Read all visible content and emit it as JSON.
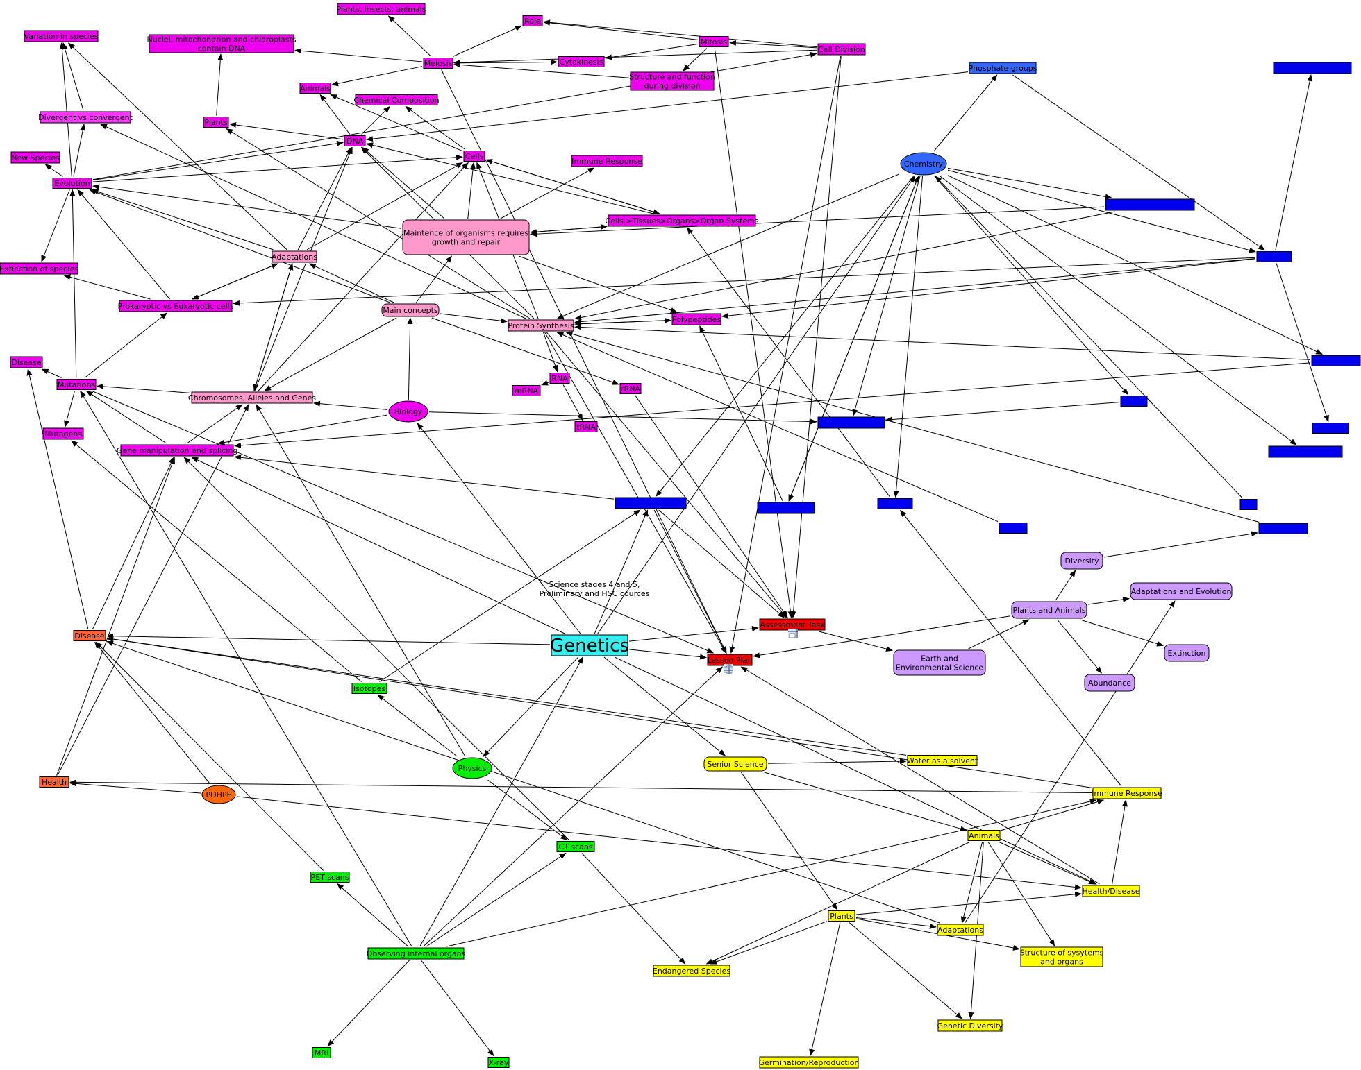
{
  "nodes": [
    {
      "id": "plants_insects",
      "label": "Plants, insects, animals",
      "color": "#ee00ee"
    },
    {
      "id": "role",
      "label": "Role",
      "color": "#ee00ee"
    },
    {
      "id": "variation",
      "label": "Variation in species",
      "color": "#ee00ee"
    },
    {
      "id": "nuclei",
      "label": "Nuclei, mitochondrion and chloroplasts|contain DNA",
      "color": "#ee00ee"
    },
    {
      "id": "meiosis",
      "label": "Meiosis",
      "color": "#ee00ee"
    },
    {
      "id": "mitosis",
      "label": "Mitosis",
      "color": "#ee00ee"
    },
    {
      "id": "cell_division",
      "label": "Cell Division",
      "color": "#ee00ee"
    },
    {
      "id": "cytokinesis",
      "label": "Cytokinesis",
      "color": "#ee00ee"
    },
    {
      "id": "structure_division",
      "label": "Structure and function|during division",
      "color": "#ee00ee"
    },
    {
      "id": "animals_b",
      "label": "Animals",
      "color": "#ee00ee"
    },
    {
      "id": "chem_comp",
      "label": "Chemical Composition",
      "color": "#ee00ee"
    },
    {
      "id": "divergent",
      "label": "Divergent vs convergent",
      "color": "#ff33ff"
    },
    {
      "id": "plants_b",
      "label": "Plants",
      "color": "#ee00ee"
    },
    {
      "id": "dna",
      "label": "DNA",
      "color": "#ee00ee"
    },
    {
      "id": "cells",
      "label": "Cells",
      "color": "#ee00ee"
    },
    {
      "id": "immune_b",
      "label": "Immune Response",
      "color": "#ee00ee"
    },
    {
      "id": "new_species",
      "label": "New Species",
      "color": "#ee00ee"
    },
    {
      "id": "evolution",
      "label": "Evolution",
      "color": "#ee00ee"
    },
    {
      "id": "maintenance",
      "label": "Maintence of organisms requires|growth and repair",
      "color": "#ff99cc",
      "shape": "round"
    },
    {
      "id": "cells_tissues",
      "label": "Cells >Tissues>Organs>Organ Systems",
      "color": "#ee00ee"
    },
    {
      "id": "extinction_b",
      "label": "Extinction of species",
      "color": "#ee00ee"
    },
    {
      "id": "adaptations_b",
      "label": "Adaptations",
      "color": "#ff99cc"
    },
    {
      "id": "prokaryotic",
      "label": "Prokaryotic vs Eukaryotic cells",
      "color": "#ee00ee"
    },
    {
      "id": "main_concepts",
      "label": "Main concepts",
      "color": "#ff99cc",
      "shape": "round"
    },
    {
      "id": "protein_synth",
      "label": "Protein Synthesis",
      "color": "#ff99cc"
    },
    {
      "id": "polypeptides",
      "label": "Polypeptides",
      "color": "#ee00ee"
    },
    {
      "id": "disease_b",
      "label": "Disease",
      "color": "#ee00ee"
    },
    {
      "id": "mutations",
      "label": "Mutations",
      "color": "#ee00ee"
    },
    {
      "id": "rna",
      "label": "RNA",
      "color": "#ee00ee"
    },
    {
      "id": "mrna",
      "label": "mRNA",
      "color": "#ee00ee"
    },
    {
      "id": "rrna",
      "label": "rRNA",
      "color": "#ee00ee"
    },
    {
      "id": "chromosomes",
      "label": "Chromosomes, Alleles and Genes",
      "color": "#ff99cc"
    },
    {
      "id": "biology",
      "label": "Biology",
      "color": "#ee00ee",
      "shape": "ellipse"
    },
    {
      "id": "trna",
      "label": "tRNA",
      "color": "#ee00ee"
    },
    {
      "id": "mutagens",
      "label": "Mutagens",
      "color": "#ee00ee"
    },
    {
      "id": "gene_manip",
      "label": "Gene manipulation and splicing",
      "color": "#ee00ee"
    },
    {
      "id": "phosphate",
      "label": "Phosphate groups",
      "color": "#3366ff"
    },
    {
      "id": "chemistry",
      "label": "Chemistry",
      "color": "#3366ff",
      "shape": "ellipse"
    },
    {
      "id": "blue_tr",
      "label": "",
      "color": "#0000ee"
    },
    {
      "id": "blue_mid",
      "label": "",
      "color": "#0000ee"
    },
    {
      "id": "blue_r1",
      "label": "",
      "color": "#0000ee"
    },
    {
      "id": "blue_r2",
      "label": "",
      "color": "#0000ee"
    },
    {
      "id": "blue_c1",
      "label": "",
      "color": "#0000ee"
    },
    {
      "id": "blue_c2",
      "label": "",
      "color": "#0000ee"
    },
    {
      "id": "blue_r3",
      "label": "",
      "color": "#0000ee"
    },
    {
      "id": "blue_c3",
      "label": "",
      "color": "#0000ee"
    },
    {
      "id": "blue_c4",
      "label": "",
      "color": "#0000ee"
    },
    {
      "id": "blue_c5",
      "label": "",
      "color": "#0000ee"
    },
    {
      "id": "blue_c6",
      "label": "",
      "color": "#0000ee"
    },
    {
      "id": "blue_c7",
      "label": "",
      "color": "#0000ee"
    },
    {
      "id": "blue_r4",
      "label": "",
      "color": "#0000ee"
    },
    {
      "id": "blue_c8",
      "label": "",
      "color": "#0000ee"
    },
    {
      "id": "diversity",
      "label": "Diversity",
      "color": "#cc99ff",
      "shape": "round"
    },
    {
      "id": "adapt_evo",
      "label": "Adaptations and Evolution",
      "color": "#cc99ff",
      "shape": "round"
    },
    {
      "id": "plants_animals",
      "label": "Plants and Animals",
      "color": "#cc99ff",
      "shape": "round"
    },
    {
      "id": "extinction_p",
      "label": "Extinction",
      "color": "#cc99ff",
      "shape": "round"
    },
    {
      "id": "earth_env",
      "label": "Earth and|Environmental Science",
      "color": "#cc99ff",
      "shape": "round"
    },
    {
      "id": "abundance",
      "label": "Abundance",
      "color": "#cc99ff",
      "shape": "round"
    },
    {
      "id": "assessment",
      "label": "Assessment Task",
      "color": "#ee0000"
    },
    {
      "id": "lesson_plan",
      "label": "Lesson Plan",
      "color": "#ee0000"
    },
    {
      "id": "genetics",
      "label": "Genetics",
      "color": "#33eeee",
      "big": true
    },
    {
      "id": "disease_o",
      "label": "Disease",
      "color": "#ff6633"
    },
    {
      "id": "isotopes",
      "label": "Isotopes",
      "color": "#00ee00"
    },
    {
      "id": "physics",
      "label": "Physics",
      "color": "#00ee00",
      "shape": "ellipse"
    },
    {
      "id": "health",
      "label": "Health",
      "color": "#ff6633"
    },
    {
      "id": "pdhpe",
      "label": "PDHPE",
      "color": "#ff6600",
      "shape": "ellipse"
    },
    {
      "id": "senior_sci",
      "label": "Senior Science",
      "color": "#ffff00",
      "shape": "round"
    },
    {
      "id": "water",
      "label": "Water as a solvent",
      "color": "#ffff00"
    },
    {
      "id": "immune_y",
      "label": "Immune Response",
      "color": "#ffff00"
    },
    {
      "id": "ct_scans",
      "label": "CT scans",
      "color": "#00ee00"
    },
    {
      "id": "animals_y",
      "label": "Animals",
      "color": "#ffff00"
    },
    {
      "id": "pet_scans",
      "label": "PET scans",
      "color": "#00ee00"
    },
    {
      "id": "health_disease",
      "label": "Health/Disease",
      "color": "#ffff00"
    },
    {
      "id": "plants_y",
      "label": "Plants",
      "color": "#ffff00"
    },
    {
      "id": "adaptations_y",
      "label": "Adaptations",
      "color": "#ffff00"
    },
    {
      "id": "observing",
      "label": "Observing internal organs",
      "color": "#00ee00"
    },
    {
      "id": "structure_sys",
      "label": "Structure of sysytems|and organs",
      "color": "#ffff00"
    },
    {
      "id": "endangered",
      "label": "Endangered Species",
      "color": "#ffff00"
    },
    {
      "id": "genetic_div",
      "label": "Genetic Diversity",
      "color": "#ffff00"
    },
    {
      "id": "mri",
      "label": "MRI",
      "color": "#00ee00"
    },
    {
      "id": "xray",
      "label": "X-ray",
      "color": "#00ee00"
    },
    {
      "id": "germination",
      "label": "Germination/Reproduction",
      "color": "#ffff00"
    }
  ],
  "free_text": "Science stages 4 and 5,|Preliminary and HSC cources",
  "edges": [
    [
      "meiosis",
      "plants_insects"
    ],
    [
      "meiosis",
      "role"
    ],
    [
      "mitosis",
      "role"
    ],
    [
      "cell_division",
      "role"
    ],
    [
      "mitosis",
      "cytokinesis"
    ],
    [
      "cell_division",
      "mitosis"
    ],
    [
      "cell_division",
      "meiosis"
    ],
    [
      "cytokinesis",
      "meiosis"
    ],
    [
      "meiosis",
      "cytokinesis"
    ],
    [
      "structure_division",
      "meiosis"
    ],
    [
      "mitosis",
      "structure_division"
    ],
    [
      "meiosis",
      "animals_b"
    ],
    [
      "meiosis",
      "nuclei"
    ],
    [
      "plants_b",
      "nuclei"
    ],
    [
      "dna",
      "plants_b"
    ],
    [
      "dna",
      "animals_b"
    ],
    [
      "dna",
      "chem_comp"
    ],
    [
      "cells",
      "animals_b"
    ],
    [
      "cells",
      "chem_comp"
    ],
    [
      "evolution",
      "variation"
    ],
    [
      "divergent",
      "variation"
    ],
    [
      "evolution",
      "divergent"
    ],
    [
      "evolution",
      "new_species"
    ],
    [
      "evolution",
      "extinction_b"
    ],
    [
      "evolution",
      "dna"
    ],
    [
      "evolution",
      "cells"
    ],
    [
      "evolution",
      "cell_division"
    ],
    [
      "maintenance",
      "evolution"
    ],
    [
      "maintenance",
      "cells"
    ],
    [
      "maintenance",
      "dna"
    ],
    [
      "maintenance",
      "immune_b"
    ],
    [
      "maintenance",
      "cells_tissues"
    ],
    [
      "maintenance",
      "polypeptides"
    ],
    [
      "cells_tissues",
      "maintenance"
    ],
    [
      "cells",
      "cells_tissues"
    ],
    [
      "cells_tissues",
      "cells"
    ],
    [
      "cells_tissues",
      "dna"
    ],
    [
      "adaptations_b",
      "evolution"
    ],
    [
      "adaptations_b",
      "prokaryotic"
    ],
    [
      "prokaryotic",
      "adaptations_b"
    ],
    [
      "adaptations_b",
      "variation"
    ],
    [
      "adaptations_b",
      "dna"
    ],
    [
      "adaptations_b",
      "cells"
    ],
    [
      "adaptations_b",
      "chromosomes"
    ],
    [
      "prokaryotic",
      "evolution"
    ],
    [
      "prokaryotic",
      "extinction_b"
    ],
    [
      "main_concepts",
      "adaptations_b"
    ],
    [
      "main_concepts",
      "maintenance"
    ],
    [
      "main_concepts",
      "protein_synth"
    ],
    [
      "main_concepts",
      "rrna"
    ],
    [
      "main_concepts",
      "chromosomes"
    ],
    [
      "main_concepts",
      "evolution"
    ],
    [
      "protein_synth",
      "dna"
    ],
    [
      "protein_synth",
      "cells"
    ],
    [
      "protein_synth",
      "polypeptides"
    ],
    [
      "polypeptides",
      "protein_synth"
    ],
    [
      "protein_synth",
      "rna"
    ],
    [
      "protein_synth",
      "plants_b"
    ],
    [
      "protein_synth",
      "divergent"
    ],
    [
      "protein_synth",
      "assessment"
    ],
    [
      "rna",
      "mrna"
    ],
    [
      "rna",
      "trna"
    ],
    [
      "mutations",
      "disease_b"
    ],
    [
      "mutations",
      "mutagens"
    ],
    [
      "mutations",
      "prokaryotic"
    ],
    [
      "mutations",
      "evolution"
    ],
    [
      "chromosomes",
      "dna"
    ],
    [
      "chromosomes",
      "mutations"
    ],
    [
      "chromosomes",
      "adaptations_b"
    ],
    [
      "chromosomes",
      "cells"
    ],
    [
      "biology",
      "main_concepts"
    ],
    [
      "biology",
      "chromosomes"
    ],
    [
      "gene_manip",
      "mutations"
    ],
    [
      "gene_manip",
      "chromosomes"
    ],
    [
      "phosphate",
      "dna"
    ],
    [
      "phosphate",
      "blue_r1"
    ],
    [
      "chemistry",
      "phosphate"
    ],
    [
      "chemistry",
      "blue_r1"
    ],
    [
      "chemistry",
      "blue_mid"
    ],
    [
      "chemistry",
      "blue_c1"
    ],
    [
      "chemistry",
      "blue_c2"
    ],
    [
      "chemistry",
      "blue_c3"
    ],
    [
      "chemistry",
      "blue_c4"
    ],
    [
      "chemistry",
      "blue_r2"
    ],
    [
      "chemistry",
      "blue_r4"
    ],
    [
      "chemistry",
      "blue_c5"
    ],
    [
      "chemistry",
      "protein_synth"
    ],
    [
      "blue_mid",
      "maintenance"
    ],
    [
      "blue_mid",
      "protein_synth"
    ],
    [
      "blue_r1",
      "blue_tr"
    ],
    [
      "blue_r1",
      "prokaryotic"
    ],
    [
      "blue_r1",
      "protein_synth"
    ],
    [
      "blue_r1",
      "polypeptides"
    ],
    [
      "blue_r1",
      "blue_r3"
    ],
    [
      "blue_r2",
      "gene_manip"
    ],
    [
      "blue_r2",
      "protein_synth"
    ],
    [
      "blue_c5",
      "blue_c3"
    ],
    [
      "blue_c1",
      "gene_manip"
    ],
    [
      "blue_c1",
      "lesson_plan"
    ],
    [
      "blue_c1",
      "assessment"
    ],
    [
      "blue_c2",
      "polypeptides"
    ],
    [
      "blue_c2",
      "chemistry"
    ],
    [
      "blue_c4",
      "cells_tissues"
    ],
    [
      "blue_c6",
      "protein_synth"
    ],
    [
      "blue_c7",
      "chemistry"
    ],
    [
      "blue_c8",
      "protein_synth"
    ],
    [
      "diversity",
      "blue_c8"
    ],
    [
      "plants_animals",
      "diversity"
    ],
    [
      "plants_animals",
      "adapt_evo"
    ],
    [
      "plants_animals",
      "extinction_p"
    ],
    [
      "plants_animals",
      "abundance"
    ],
    [
      "plants_animals",
      "lesson_plan"
    ],
    [
      "earth_env",
      "plants_animals"
    ],
    [
      "assessment",
      "earth_env"
    ],
    [
      "genetics",
      "assessment"
    ],
    [
      "genetics",
      "lesson_plan"
    ],
    [
      "genetics",
      "biology"
    ],
    [
      "genetics",
      "blue_c1"
    ],
    [
      "genetics",
      "chemistry"
    ],
    [
      "genetics",
      "physics"
    ],
    [
      "genetics",
      "disease_o"
    ],
    [
      "genetics",
      "gene_manip"
    ],
    [
      "genetics",
      "health_disease"
    ],
    [
      "genetics",
      "senior_sci"
    ],
    [
      "biology",
      "gene_manip"
    ],
    [
      "biology",
      "blue_c3"
    ],
    [
      "disease_o",
      "disease_b"
    ],
    [
      "disease_o",
      "gene_manip"
    ],
    [
      "isotopes",
      "mutagens"
    ],
    [
      "isotopes",
      "blue_c1"
    ],
    [
      "physics",
      "isotopes"
    ],
    [
      "physics",
      "ct_scans"
    ],
    [
      "physics",
      "chromosomes"
    ],
    [
      "health",
      "chromosomes"
    ],
    [
      "health",
      "gene_manip"
    ],
    [
      "pdhpe",
      "health"
    ],
    [
      "pdhpe",
      "disease_o"
    ],
    [
      "pdhpe",
      "health_disease"
    ],
    [
      "senior_sci",
      "water"
    ],
    [
      "senior_sci",
      "animals_y"
    ],
    [
      "senior_sci",
      "plants_y"
    ],
    [
      "immune_y",
      "health"
    ],
    [
      "immune_y",
      "disease_o"
    ],
    [
      "immune_y",
      "blue_c4"
    ],
    [
      "animals_y",
      "immune_y"
    ],
    [
      "animals_y",
      "adaptations_y"
    ],
    [
      "animals_y",
      "structure_sys"
    ],
    [
      "animals_y",
      "genetic_div"
    ],
    [
      "animals_y",
      "endangered"
    ],
    [
      "animals_y",
      "health_disease"
    ],
    [
      "health_disease",
      "immune_y"
    ],
    [
      "health_disease",
      "lesson_plan"
    ],
    [
      "plants_y",
      "adaptations_y"
    ],
    [
      "plants_y",
      "structure_sys"
    ],
    [
      "plants_y",
      "genetic_div"
    ],
    [
      "plants_y",
      "endangered"
    ],
    [
      "plants_y",
      "germination"
    ],
    [
      "plants_y",
      "health_disease"
    ],
    [
      "adaptations_y",
      "adapt_evo"
    ],
    [
      "adaptations_y",
      "disease_o"
    ],
    [
      "observing",
      "pet_scans"
    ],
    [
      "observing",
      "ct_scans"
    ],
    [
      "observing",
      "mri"
    ],
    [
      "observing",
      "xray"
    ],
    [
      "observing",
      "lesson_plan"
    ],
    [
      "observing",
      "immune_y"
    ],
    [
      "observing",
      "genetics"
    ],
    [
      "observing",
      "mutations"
    ],
    [
      "pet_scans",
      "disease_o"
    ],
    [
      "ct_scans",
      "gene_manip"
    ],
    [
      "ct_scans",
      "endangered"
    ],
    [
      "water",
      "disease_o"
    ],
    [
      "mitosis",
      "assessment"
    ],
    [
      "cell_division",
      "lesson_plan"
    ],
    [
      "cell_division",
      "assessment"
    ],
    [
      "meiosis",
      "lesson_plan"
    ],
    [
      "rrna",
      "assessment"
    ],
    [
      "protein_synth",
      "lesson_plan"
    ],
    [
      "mutations",
      "lesson_plan"
    ]
  ]
}
